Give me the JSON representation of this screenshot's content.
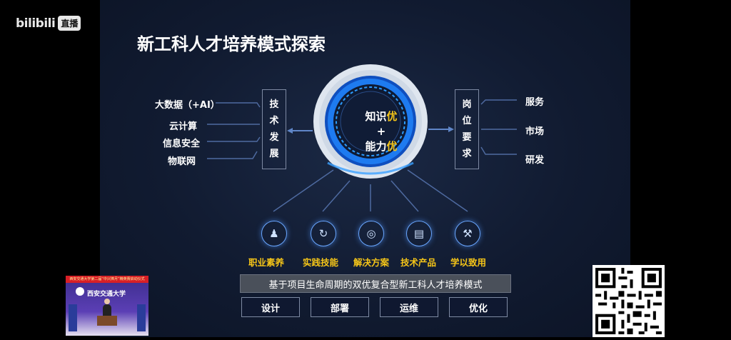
{
  "platform": {
    "logo_text": "bilibili",
    "live_badge": "直播"
  },
  "slide": {
    "title": "新工科人才培养模式探索",
    "left_box_chars": [
      "技",
      "术",
      "发",
      "展"
    ],
    "left_items": [
      "大数据（+AI）",
      "云计算",
      "信息安全",
      "物联网"
    ],
    "right_box_chars": [
      "岗",
      "位",
      "要",
      "求"
    ],
    "right_items": [
      "服务",
      "市场",
      "研发"
    ],
    "center": {
      "line1_a": "知识",
      "line1_b": "优",
      "plus": "+",
      "line2_a": "能力",
      "line2_b": "优"
    },
    "bottom_items": [
      {
        "label": "职业素养",
        "icon": "people-icon"
      },
      {
        "label": "实践技能",
        "icon": "cycle-icon"
      },
      {
        "label": "解决方案",
        "icon": "target-icon"
      },
      {
        "label": "技术产品",
        "icon": "document-icon"
      },
      {
        "label": "学以致用",
        "icon": "tools-icon"
      }
    ],
    "banner": "基于项目生命周期的双优复合型新工科人才培养模式",
    "phases": [
      "设计",
      "部署",
      "运维",
      "优化"
    ]
  },
  "pip": {
    "header": "西安交通大学第二届“中兴捧月”精英赛启动仪式",
    "university": "西安交通大学"
  },
  "colors": {
    "slide_bg": "#111b31",
    "accent_yellow": "#f5c518",
    "ring_blue": "#1e6fe0",
    "banner_gray": "#4a505a"
  }
}
